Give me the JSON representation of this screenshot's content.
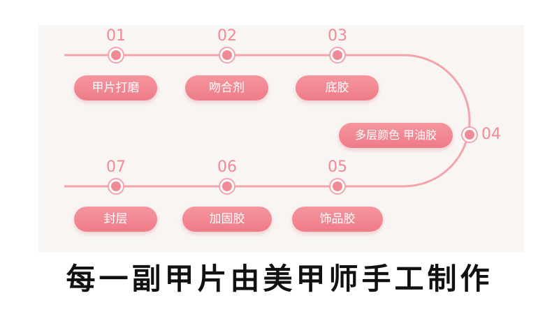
{
  "steps": [
    {
      "number": "01",
      "label": "甲片打磨"
    },
    {
      "number": "02",
      "label": "吻合剂"
    },
    {
      "number": "03",
      "label": "底胶"
    },
    {
      "number": "04",
      "label": "多层颜色 甲油胶"
    },
    {
      "number": "05",
      "label": "饰品胶"
    },
    {
      "number": "06",
      "label": "加固胶"
    },
    {
      "number": "07",
      "label": "封层"
    }
  ],
  "caption": "每一副甲片由美甲师手工制作",
  "colors": {
    "accent": "#f08a94",
    "pill_top": "#f5959e",
    "pill_bottom": "#ee7c88",
    "panel_background": "#f9f5f3",
    "caption_text": "#111111"
  }
}
